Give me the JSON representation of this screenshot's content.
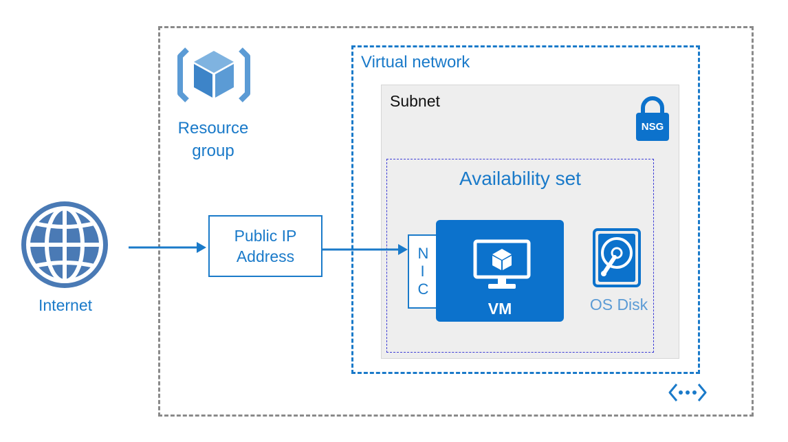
{
  "labels": {
    "resource_group": "Resource group",
    "virtual_network": "Virtual network",
    "subnet": "Subnet",
    "nsg": "NSG",
    "availability_set": "Availability set",
    "internet": "Internet",
    "public_ip": "Public IP Address",
    "nic": "NIC",
    "vm": "VM",
    "os_disk": "OS Disk"
  },
  "icons": {
    "resource_group": "resource-group-cube-icon",
    "internet": "globe-icon",
    "nsg": "lock-icon",
    "vm": "monitor-icon",
    "os_disk": "hard-disk-icon",
    "virtual_network": "virtual-network-icon"
  },
  "colors": {
    "azure_blue": "#0c72cc",
    "label_blue": "#1a7ac9",
    "globe_blue": "#4a7ab5",
    "resource_group_border": "#8a8a8a",
    "subnet_background": "#eeeeee",
    "availability_set_border": "#3b3bd6"
  }
}
